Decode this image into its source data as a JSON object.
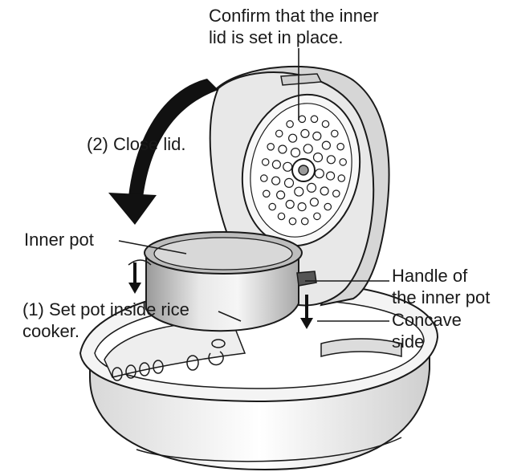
{
  "labels": {
    "confirm_inner_lid": [
      "Confirm that the inner",
      "lid is set in place."
    ],
    "close_lid": "(2) Close lid.",
    "inner_pot": "Inner pot",
    "handle_of_inner_pot": [
      "Handle of",
      "the inner pot"
    ],
    "set_pot": [
      "(1) Set pot inside rice",
      "cooker."
    ],
    "concave_side": [
      "Concave",
      "side"
    ]
  },
  "colors": {
    "line": "#1a1a1a",
    "shade": "#b9b9b9",
    "light_shade": "#e2e2e2",
    "arrow": "#111111"
  }
}
